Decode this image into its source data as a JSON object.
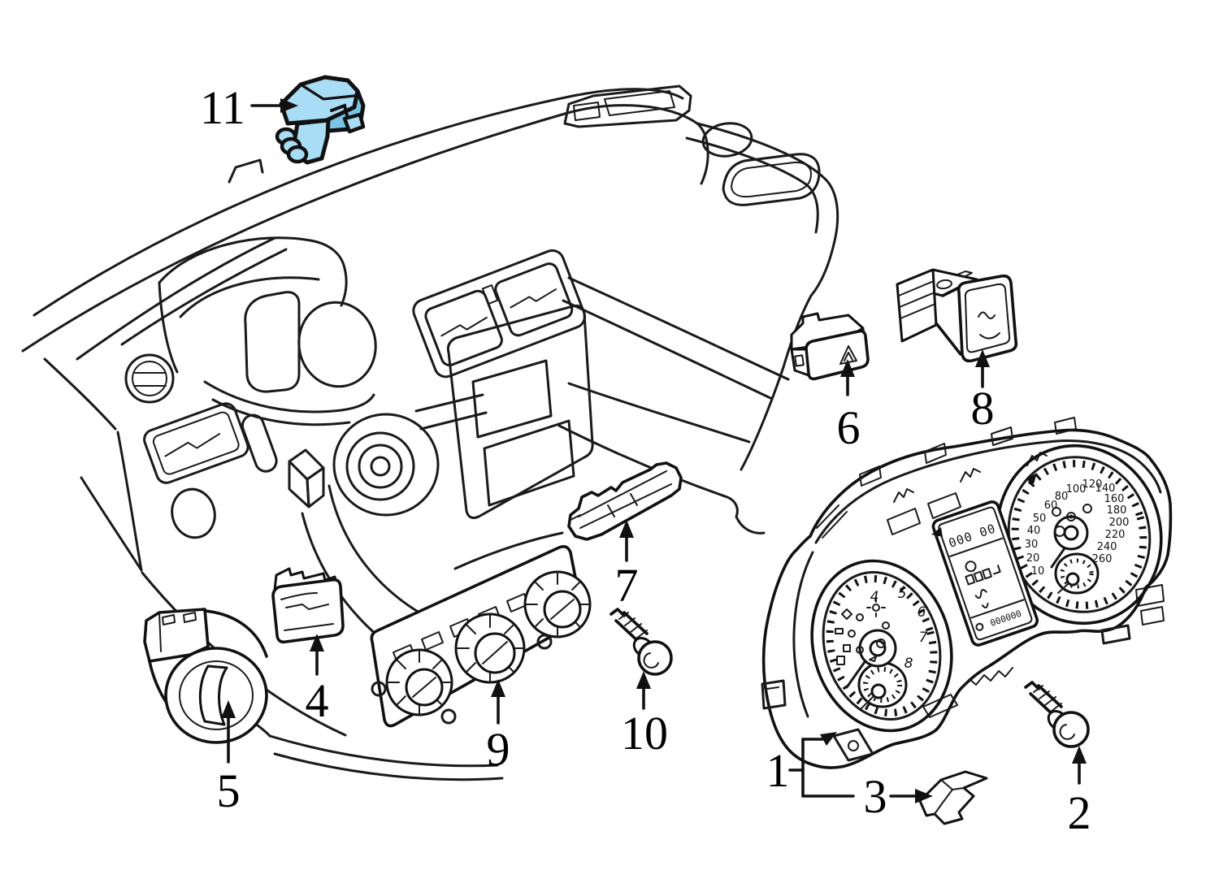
{
  "diagram": {
    "background": "#ffffff",
    "line_color": "#1a1a1a",
    "highlight_fill": "#a9dcf5",
    "highlight_shade": "#7cc4e6",
    "callouts": {
      "n1": "1",
      "n2": "2",
      "n3": "3",
      "n4": "4",
      "n5": "5",
      "n6": "6",
      "n7": "7",
      "n8": "8",
      "n9": "9",
      "n10": "10",
      "n11": "11"
    },
    "cluster": {
      "tach_numbers": [
        "4",
        "5",
        "6",
        "7",
        "8"
      ],
      "speedo_inner_numbers": [
        "10",
        "20",
        "30",
        "40",
        "50"
      ],
      "speedo_numbers": [
        "60",
        "80",
        "100",
        "120",
        "140",
        "160",
        "180",
        "200",
        "220",
        "240",
        "260"
      ],
      "lcd_clock": "000 00",
      "lcd_odometer": "000000"
    }
  }
}
